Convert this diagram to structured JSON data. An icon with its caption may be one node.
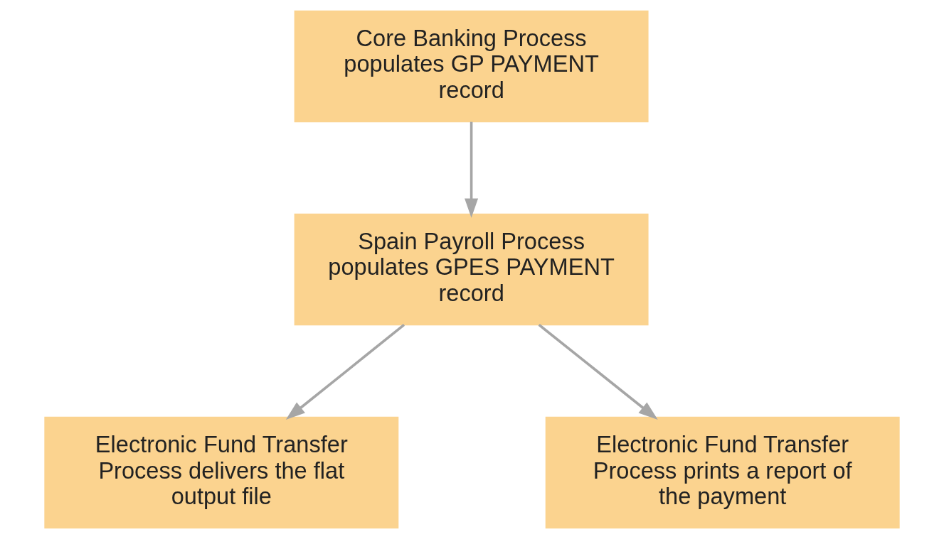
{
  "diagram": {
    "nodes": [
      {
        "text": [
          "Core Banking Process populates GP PAYMENT record"
        ]
      },
      {
        "text": [
          "Spain Payroll Process populates GPES PAYMENT record"
        ]
      },
      {
        "text": [
          "Electronic Fund Transfer Process delivers the flat output file"
        ]
      },
      {
        "text": [
          "Electronic Fund Transfer Process prints a report of the payment"
        ]
      }
    ],
    "edges": [
      {
        "from": 0,
        "to": 1,
        "arrow": "to"
      },
      {
        "from": 1,
        "to": 2,
        "arrow": "to"
      },
      {
        "from": 1,
        "to": 3,
        "arrow": "to"
      }
    ]
  }
}
